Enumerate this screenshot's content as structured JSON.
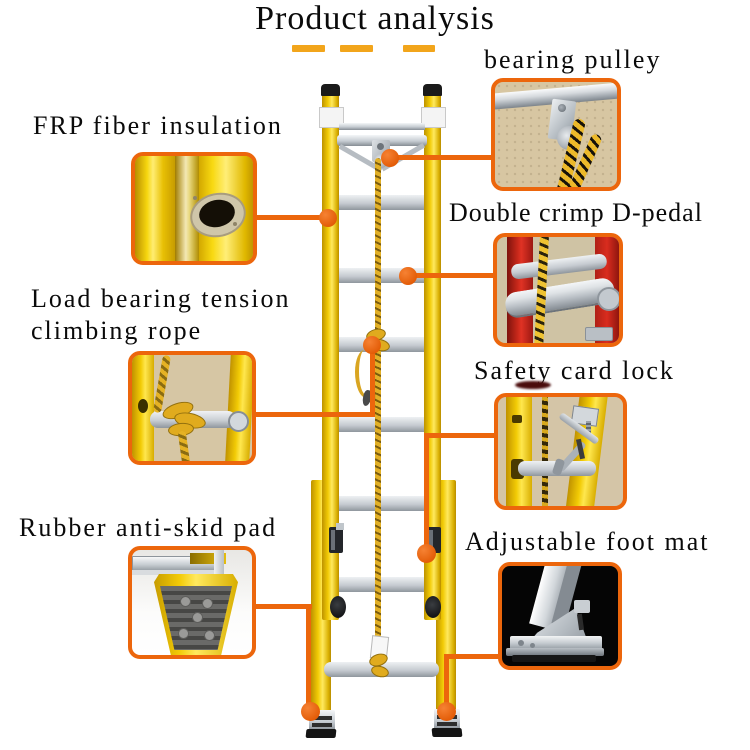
{
  "title": "Product analysis",
  "features": {
    "frp": {
      "label": "FRP fiber insulation"
    },
    "pulley": {
      "label": "bearing pulley"
    },
    "dpedal": {
      "label": "Double crimp D-pedal"
    },
    "rope": {
      "label": "Load bearing tension climbing rope"
    },
    "lock": {
      "label": "Safety card lock"
    },
    "pad": {
      "label": "Rubber anti-skid pad"
    },
    "foot": {
      "label": "Adjustable foot mat"
    }
  },
  "colors": {
    "accent_orange": "#EC660C",
    "title_dash": "#F2A51B",
    "ladder_yellow": "#F2CB05",
    "rope_yellow": "#D9A521",
    "rung_silver": "#C6CCD2",
    "pedal_red": "#C6281A",
    "wall_beige": "#D7C6A2"
  }
}
